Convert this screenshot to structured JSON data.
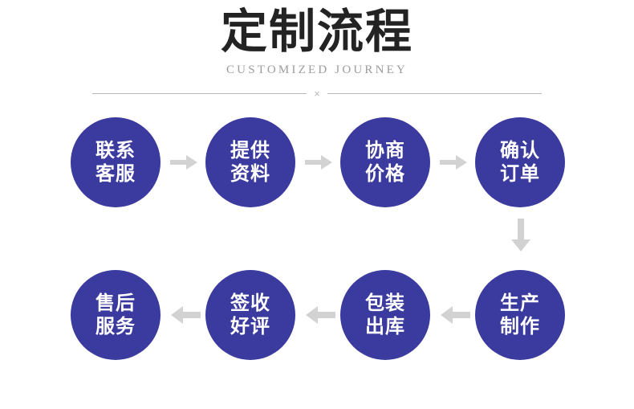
{
  "header": {
    "title": "定制流程",
    "subtitle": "CUSTOMIZED JOURNEY",
    "divider_mark": "×"
  },
  "colors": {
    "node_fill": "#3b3a9e",
    "node_text": "#ffffff",
    "arrow": "#d2d2d2",
    "title_text": "#232323",
    "subtitle_text": "#9c9c9c",
    "divider_line": "#b9b9bb",
    "background": "#ffffff"
  },
  "flow": {
    "rows": [
      {
        "direction": "right",
        "steps": [
          {
            "index": 1,
            "line1": "联系",
            "line2": "客服",
            "full": "联系客服"
          },
          {
            "index": 2,
            "line1": "提供",
            "line2": "资料",
            "full": "提供资料"
          },
          {
            "index": 3,
            "line1": "协商",
            "line2": "价格",
            "full": "协商价格"
          },
          {
            "index": 4,
            "line1": "确认",
            "line2": "订单",
            "full": "确认订单"
          }
        ]
      },
      {
        "direction": "left",
        "steps": [
          {
            "index": 8,
            "line1": "售后",
            "line2": "服务",
            "full": "售后服务"
          },
          {
            "index": 7,
            "line1": "签收",
            "line2": "好评",
            "full": "签收好评"
          },
          {
            "index": 6,
            "line1": "包装",
            "line2": "出库",
            "full": "包装出库"
          },
          {
            "index": 5,
            "line1": "生产",
            "line2": "制作",
            "full": "生产制作"
          }
        ]
      }
    ],
    "connector_down": "arrow-down"
  }
}
